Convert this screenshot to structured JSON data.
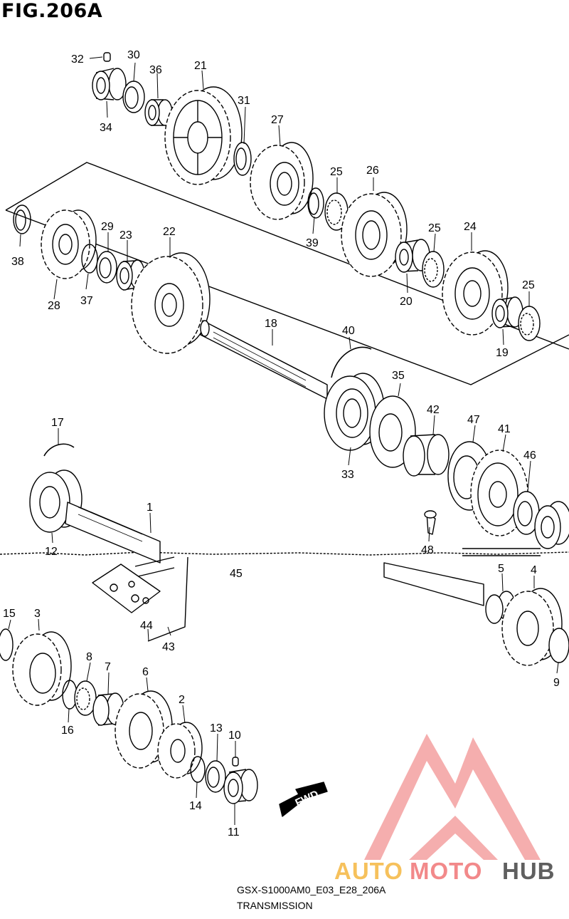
{
  "figure": {
    "title": "FIG.206A",
    "footer_code": "GSX-S1000AM0_E03_E28_206A",
    "footer_name": "TRANSMISSION"
  },
  "callouts": [
    {
      "id": "32",
      "text": "32"
    },
    {
      "id": "30",
      "text": "30"
    },
    {
      "id": "36",
      "text": "36"
    },
    {
      "id": "21",
      "text": "21"
    },
    {
      "id": "34",
      "text": "34"
    },
    {
      "id": "31",
      "text": "31"
    },
    {
      "id": "27",
      "text": "27"
    },
    {
      "id": "25a",
      "text": "25"
    },
    {
      "id": "26",
      "text": "26"
    },
    {
      "id": "39",
      "text": "39"
    },
    {
      "id": "29",
      "text": "29"
    },
    {
      "id": "23",
      "text": "23"
    },
    {
      "id": "22",
      "text": "22"
    },
    {
      "id": "38",
      "text": "38"
    },
    {
      "id": "37",
      "text": "37"
    },
    {
      "id": "28",
      "text": "28"
    },
    {
      "id": "25b",
      "text": "25"
    },
    {
      "id": "24",
      "text": "24"
    },
    {
      "id": "20",
      "text": "20"
    },
    {
      "id": "25c",
      "text": "25"
    },
    {
      "id": "19",
      "text": "19"
    },
    {
      "id": "18",
      "text": "18"
    },
    {
      "id": "40",
      "text": "40"
    },
    {
      "id": "35",
      "text": "35"
    },
    {
      "id": "42",
      "text": "42"
    },
    {
      "id": "47",
      "text": "47"
    },
    {
      "id": "41",
      "text": "41"
    },
    {
      "id": "46",
      "text": "46"
    },
    {
      "id": "33",
      "text": "33"
    },
    {
      "id": "17",
      "text": "17"
    },
    {
      "id": "1",
      "text": "1"
    },
    {
      "id": "12",
      "text": "12"
    },
    {
      "id": "48",
      "text": "48"
    },
    {
      "id": "45",
      "text": "45"
    },
    {
      "id": "5",
      "text": "5"
    },
    {
      "id": "4",
      "text": "4"
    },
    {
      "id": "15",
      "text": "15"
    },
    {
      "id": "3",
      "text": "3"
    },
    {
      "id": "44",
      "text": "44"
    },
    {
      "id": "43",
      "text": "43"
    },
    {
      "id": "8",
      "text": "8"
    },
    {
      "id": "7",
      "text": "7"
    },
    {
      "id": "6",
      "text": "6"
    },
    {
      "id": "9",
      "text": "9"
    },
    {
      "id": "16",
      "text": "16"
    },
    {
      "id": "2",
      "text": "2"
    },
    {
      "id": "13",
      "text": "13"
    },
    {
      "id": "10",
      "text": "10"
    },
    {
      "id": "14",
      "text": "14"
    },
    {
      "id": "11",
      "text": "11"
    }
  ],
  "direction_arrow": {
    "label": "FWD"
  },
  "watermark": {
    "part1": "AUTO",
    "part2": "MOTO",
    "part3": "HUB",
    "color_part1": "#f6c15c",
    "color_part2": "#f2898a",
    "color_part3": "#5f5f5f",
    "mark_color": "#f3a0a0"
  }
}
